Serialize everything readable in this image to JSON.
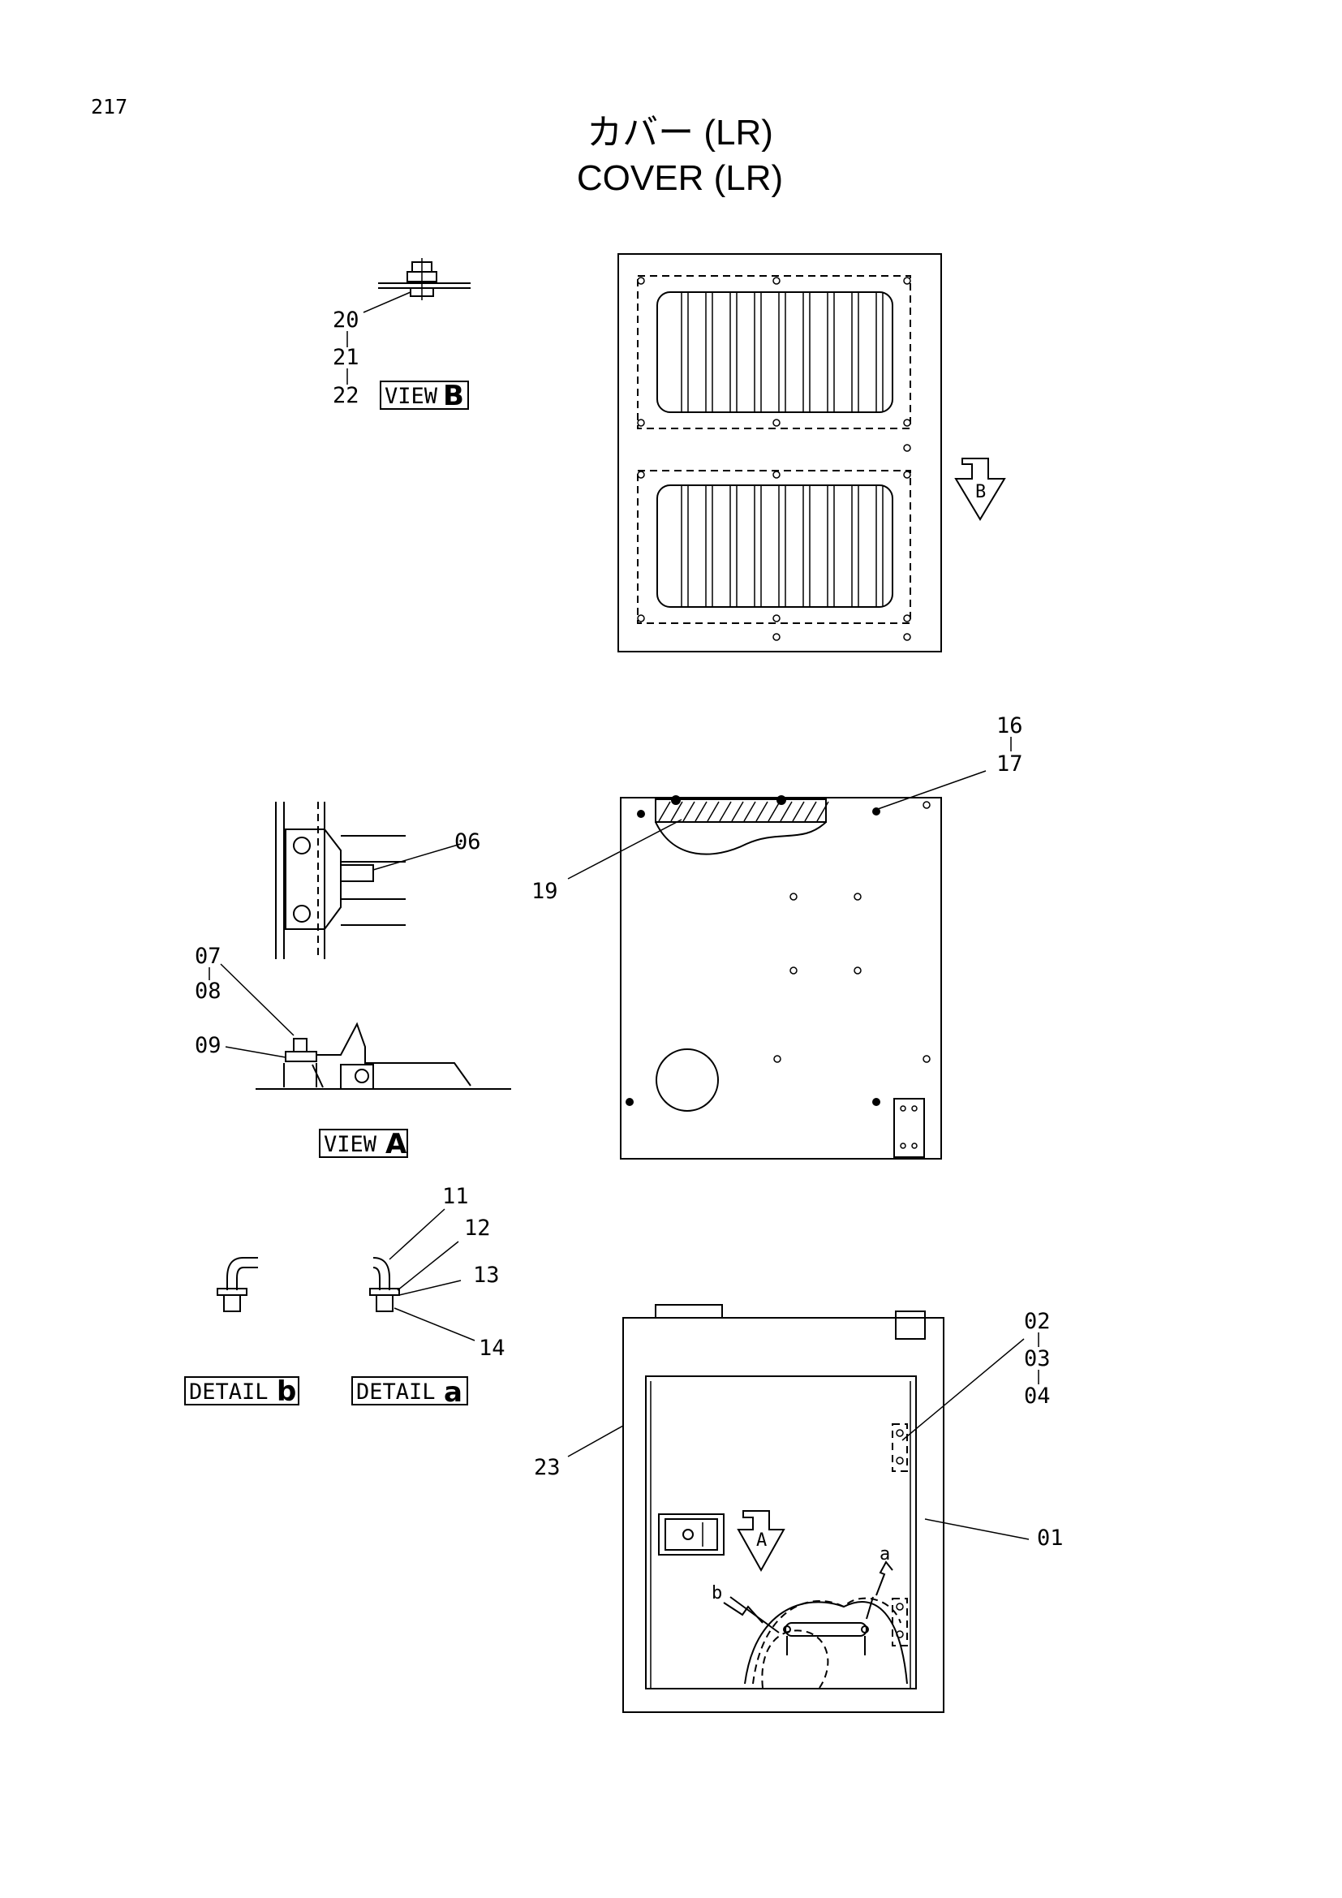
{
  "page_number": "217",
  "title_jp": "カバー (LR)",
  "title_en": "COVER (LR)",
  "views": {
    "view_b": {
      "word": "VIEW",
      "letter": "B"
    },
    "view_a": {
      "word": "VIEW",
      "letter": "A"
    },
    "detail_b": {
      "word": "DETAIL",
      "letter": "b"
    },
    "detail_a": {
      "word": "DETAIL",
      "letter": "a"
    }
  },
  "arrow_b_letter": "B",
  "arrow_a_letter": "A",
  "small_a": "a",
  "small_b": "b",
  "parts": {
    "p20": "20",
    "p21": "21",
    "p22": "22",
    "p16": "16",
    "p17": "17",
    "p19": "19",
    "p06": "06",
    "p07": "07",
    "p08": "08",
    "p09": "09",
    "p11": "11",
    "p12": "12",
    "p13": "13",
    "p14": "14",
    "p02": "02",
    "p03": "03",
    "p04": "04",
    "p23": "23",
    "p01": "01"
  }
}
